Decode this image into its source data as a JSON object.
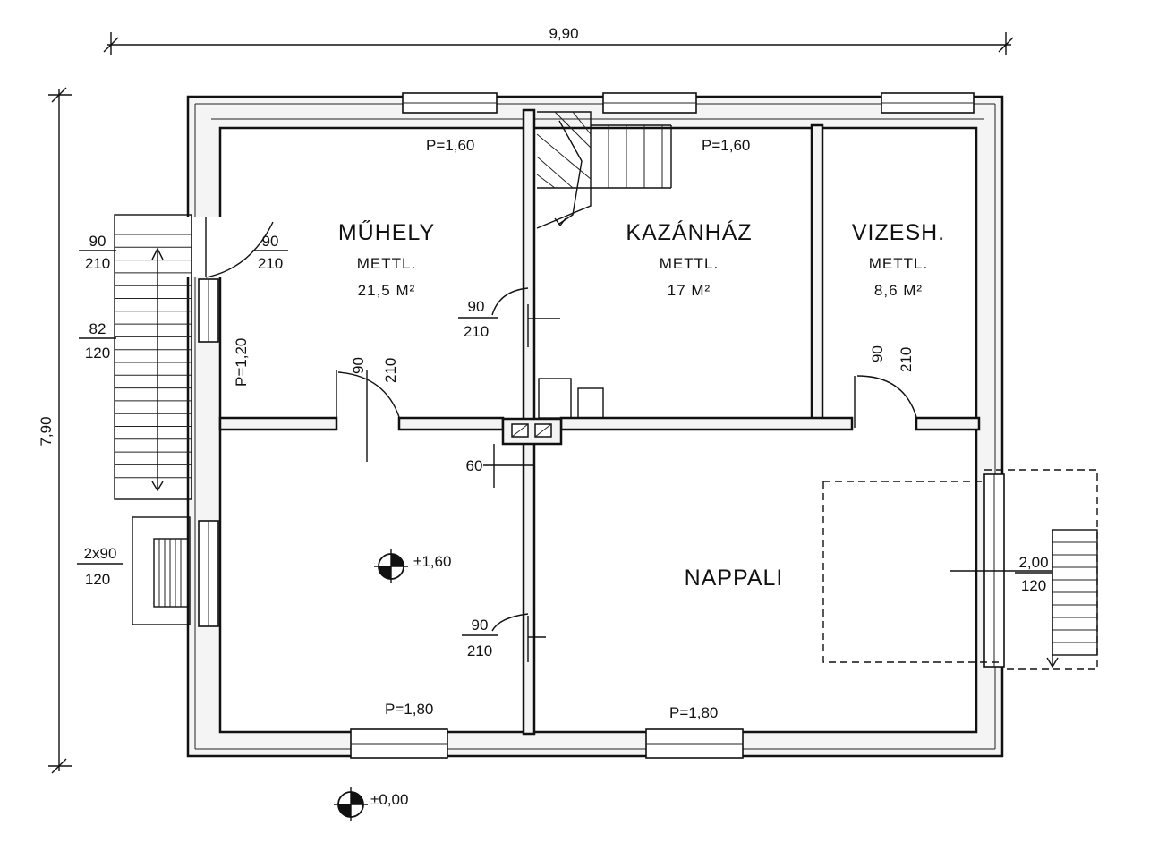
{
  "overall": {
    "width": "9,90",
    "height": "7,90"
  },
  "rooms": {
    "muhely": {
      "name": "MŰHELY",
      "floor": "METTL.",
      "area": "21,5  M²"
    },
    "kazanhaz": {
      "name": "KAZÁNHÁZ",
      "floor": "METTL.",
      "area": "17  M²"
    },
    "vizesh": {
      "name": "VIZESH.",
      "floor": "METTL.",
      "area": "8,6  M²"
    },
    "nappali": {
      "name": "NAPPALI"
    }
  },
  "windows": {
    "top_left": "P=1,60",
    "top_middle": "P=1,60",
    "bottom_left": "P=1,80",
    "bottom_right": "P=1,80",
    "left_side": "P=1,20"
  },
  "openings": {
    "ext_left_top": {
      "w": "90",
      "h": "210"
    },
    "muhely_left": {
      "w": "90",
      "h": "210"
    },
    "stair_win": {
      "w": "82",
      "h": "120"
    },
    "kazan_door": {
      "w": "90",
      "h": "210"
    },
    "muhely_door": {
      "w": "90",
      "h": "210"
    },
    "vizesh_door": {
      "w": "90",
      "h": "210"
    },
    "left_low": {
      "w": "2x90",
      "h": "120"
    },
    "lower_door": {
      "w": "90",
      "h": "210"
    },
    "right_door": {
      "w": "2,00",
      "h": "120"
    }
  },
  "chimney_dim": "60",
  "levels": {
    "inner": "±1,60",
    "outer": "±0,00"
  }
}
